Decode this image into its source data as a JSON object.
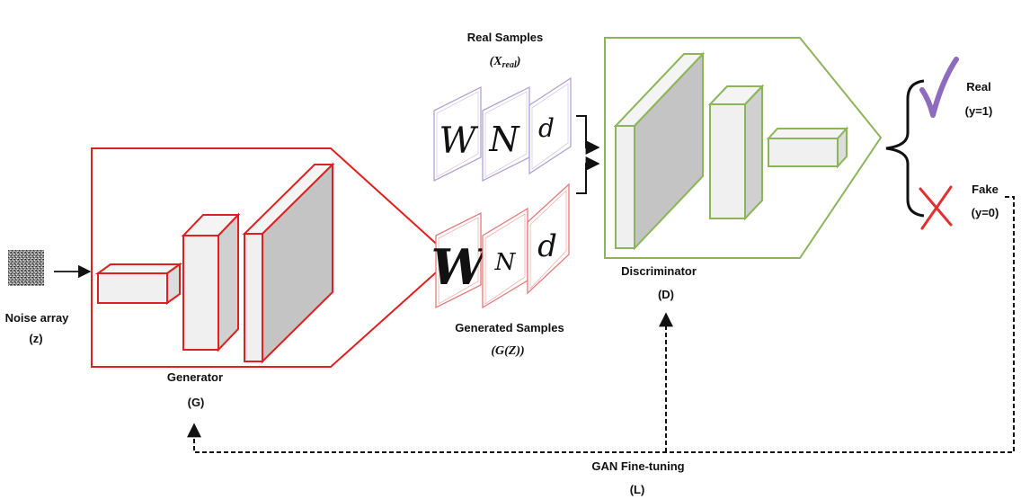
{
  "noise": {
    "label": "Noise array",
    "symbol": "(z)"
  },
  "generator": {
    "label": "Generator",
    "symbol": "(G)",
    "color": "#e02020"
  },
  "real_samples": {
    "label": "Real Samples",
    "symbol": "(X",
    "symbol_sub": "real",
    "symbol_close": ")",
    "color": "#a898cc",
    "glyphs": [
      "W",
      "N",
      "d"
    ]
  },
  "generated_samples": {
    "label": "Generated Samples",
    "symbol": "(G(Z))",
    "color": "#e06060",
    "glyphs": [
      "W",
      "N",
      "d"
    ]
  },
  "discriminator": {
    "label": "Discriminator",
    "symbol": "(D)",
    "color": "#8cb55a"
  },
  "outputs": {
    "real": {
      "label": "Real",
      "value": "(y=1)",
      "mark_color": "#8e6bbf"
    },
    "fake": {
      "label": "Fake",
      "value": "(y=0)",
      "mark_color": "#e03030"
    }
  },
  "feedback": {
    "label": "GAN Fine-tuning",
    "symbol": "(L)"
  }
}
